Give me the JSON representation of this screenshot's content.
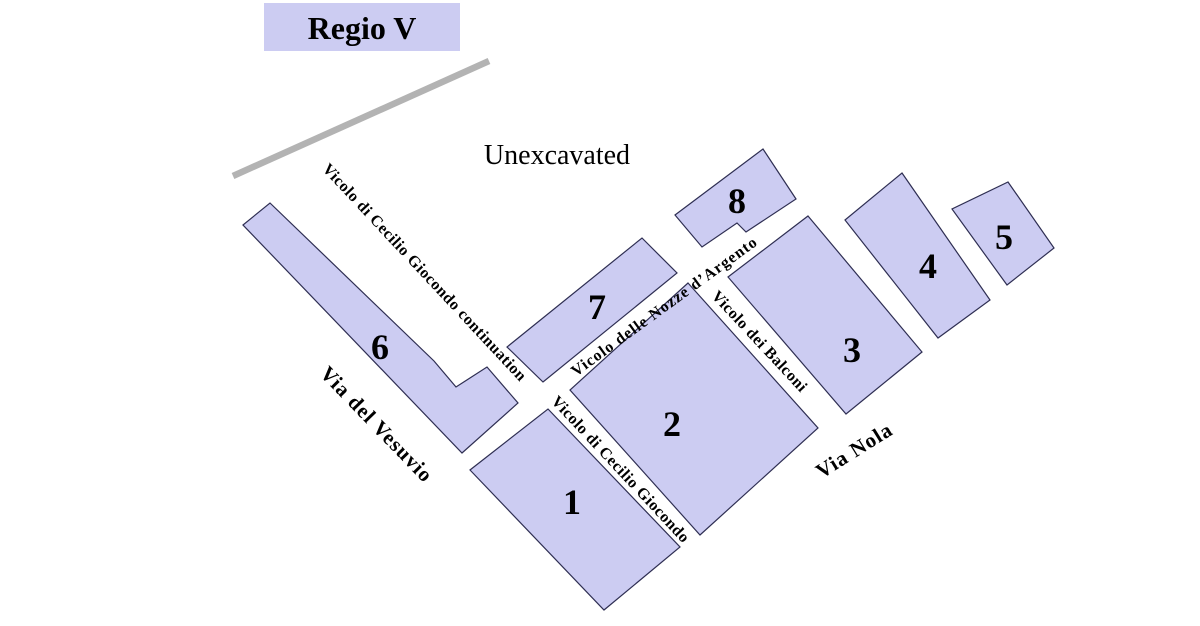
{
  "legend": {
    "title": "Regio V"
  },
  "labels": {
    "unexcavated": "Unexcavated"
  },
  "colors": {
    "insula_fill": "#ccccf2",
    "insula_stroke": "#2e2e52",
    "title_box_fill": "#ccccf2",
    "boundary_line": "#b3b3b3",
    "text_color": "#000000"
  },
  "insulae": [
    {
      "number": "1"
    },
    {
      "number": "2"
    },
    {
      "number": "3"
    },
    {
      "number": "4"
    },
    {
      "number": "5"
    },
    {
      "number": "6"
    },
    {
      "number": "7"
    },
    {
      "number": "8"
    }
  ],
  "streets": [
    {
      "name": "Vicolo di Cecilio Giocondo continuation"
    },
    {
      "name": "Vicolo delle Nozze d’Argento"
    },
    {
      "name": "Vicolo dei Balconi"
    },
    {
      "name": "Vicolo di Cecilio Giocondo"
    },
    {
      "name": "Via del Vesuvio"
    },
    {
      "name": "Via Nola"
    }
  ]
}
